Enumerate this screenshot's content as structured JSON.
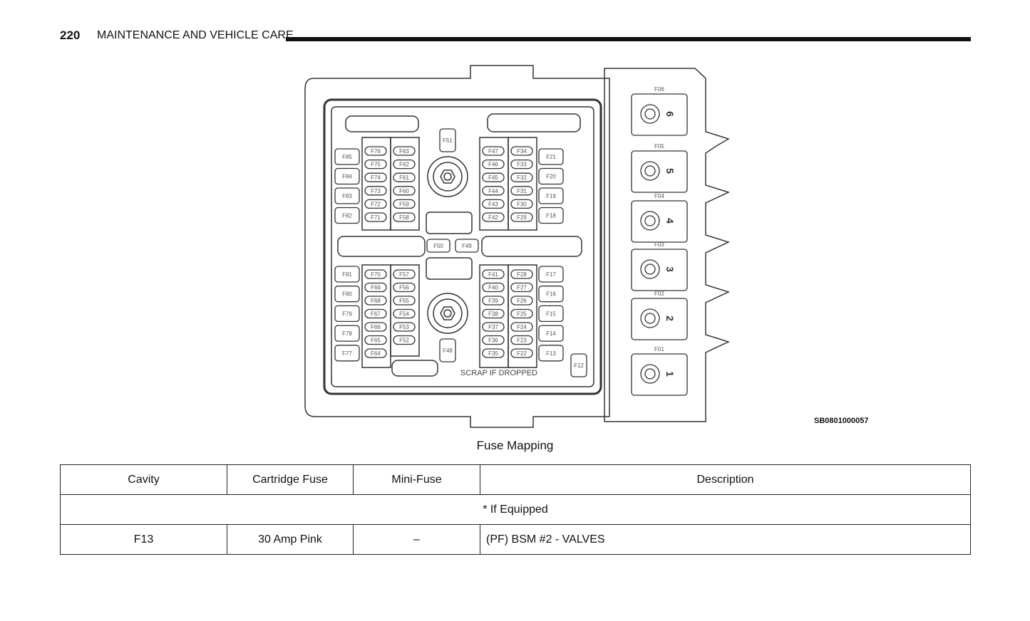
{
  "header": {
    "page_number": "220",
    "section_title": "MAINTENANCE AND VEHICLE CARE"
  },
  "diagram": {
    "image_code": "SB0801000057",
    "scrap_label": "SCRAP IF DROPPED",
    "top_left_singles": [
      "F85",
      "F84",
      "F83",
      "F82"
    ],
    "top_col1": [
      "F76",
      "F75",
      "F74",
      "F73",
      "F72",
      "F71"
    ],
    "top_col2": [
      "F63",
      "F62",
      "F61",
      "F60",
      "F59",
      "F58"
    ],
    "top_col3": [
      "F47",
      "F46",
      "F45",
      "F44",
      "F43",
      "F42"
    ],
    "top_col4": [
      "F34",
      "F33",
      "F32",
      "F31",
      "F30",
      "F29"
    ],
    "top_right_singles": [
      "F21",
      "F20",
      "F19",
      "F18"
    ],
    "bot_left_singles": [
      "F81",
      "F80",
      "F79",
      "F78",
      "F77"
    ],
    "bot_col1": [
      "F70",
      "F69",
      "F68",
      "F67",
      "F66",
      "F65",
      "F64"
    ],
    "bot_col2": [
      "F57",
      "F56",
      "F55",
      "F54",
      "F53",
      "F52"
    ],
    "bot_col3": [
      "F41",
      "F40",
      "F39",
      "F38",
      "F37",
      "F36",
      "F35"
    ],
    "bot_col4": [
      "F28",
      "F27",
      "F26",
      "F25",
      "F24",
      "F23",
      "F22"
    ],
    "bot_right_singles": [
      "F17",
      "F16",
      "F15",
      "F14",
      "F13"
    ],
    "misc": {
      "f51": "F51",
      "f50": "F50",
      "f49": "F49",
      "f48": "F48",
      "f12": "F12"
    },
    "cartridges": [
      {
        "id": "F06",
        "num": "6"
      },
      {
        "id": "F05",
        "num": "5"
      },
      {
        "id": "F04",
        "num": "4"
      },
      {
        "id": "F03",
        "num": "3"
      },
      {
        "id": "F02",
        "num": "2"
      },
      {
        "id": "F01",
        "num": "1"
      }
    ]
  },
  "caption": "Fuse Mapping",
  "table": {
    "headers": [
      "Cavity",
      "Cartridge Fuse",
      "Mini-Fuse",
      "Description"
    ],
    "note": "* If Equipped",
    "rows": [
      {
        "cavity": "F13",
        "cartridge": "30 Amp Pink",
        "mini": "–",
        "description": "(PF) BSM #2 - VALVES"
      }
    ]
  }
}
